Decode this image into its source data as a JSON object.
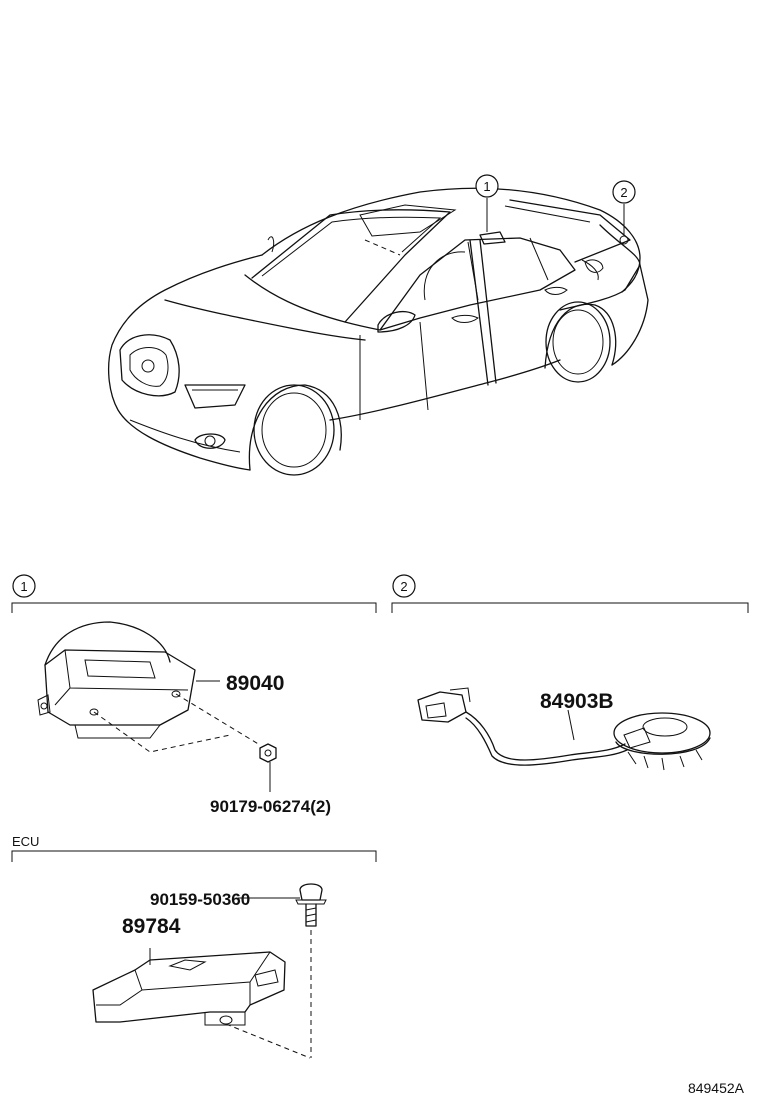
{
  "callouts": {
    "one": "1",
    "two": "2"
  },
  "sections": {
    "section1": {
      "marker": "1"
    },
    "section2": {
      "marker": "2"
    },
    "ecu": {
      "title": "ECU"
    }
  },
  "parts": {
    "p89040": "89040",
    "p90179": "90179-06274(2)",
    "p84903b": "84903B",
    "p90159": "90159-50360",
    "p89784": "89784"
  },
  "figure_id": "849452A"
}
